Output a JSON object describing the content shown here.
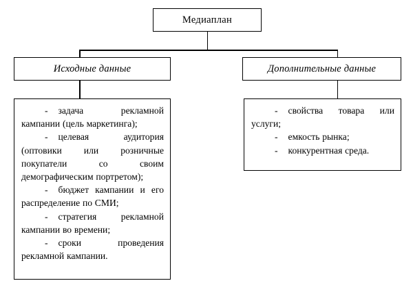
{
  "diagram": {
    "root": {
      "label": "Медиаплан"
    },
    "branches": [
      {
        "header": "Исходные данные",
        "items": [
          {
            "marker": "-",
            "text": "задача рекламной кампании (цель маркетинга);"
          },
          {
            "marker": "-",
            "text": "целевая аудитория (оптовики или розничные покупатели со своим демографическим портретом);"
          },
          {
            "marker": "-",
            "text": "бюджет кампании и его распределение по СМИ;"
          },
          {
            "marker": "-",
            "text": "стратегия рекламной кампании во времени;"
          },
          {
            "marker": "-",
            "text": "сроки проведения рекламной кампании."
          }
        ]
      },
      {
        "header": "Дополнительные данные",
        "items": [
          {
            "marker": "-",
            "text": "свойства товара или услуги;"
          },
          {
            "marker": "-",
            "text": "емкость рынка;"
          },
          {
            "marker": "-",
            "text": "конкурентная среда."
          }
        ]
      }
    ],
    "colors": {
      "stroke": "#000000",
      "background": "#ffffff",
      "text": "#000000"
    }
  }
}
